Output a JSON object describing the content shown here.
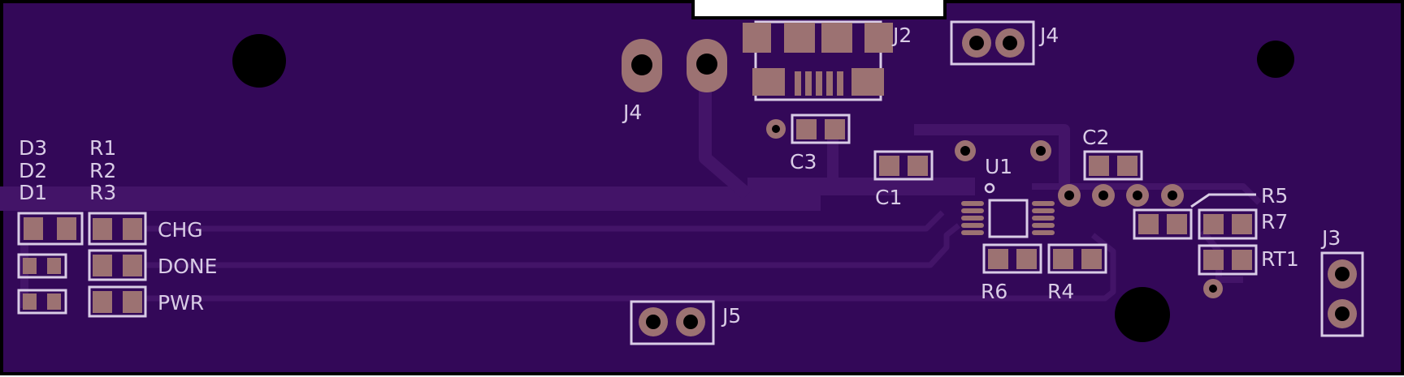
{
  "colors": {
    "board": "#330858",
    "edge": "#000000",
    "trace": "#431468",
    "trace_edge": "#4b1a72",
    "copper": "#9c7272",
    "silk": "#d9cce6",
    "hole": "#000000",
    "cutout": "#ffffff"
  },
  "labels": {
    "d3": "D3",
    "d2": "D2",
    "d1": "D1",
    "r1": "R1",
    "r2": "R2",
    "r3": "R3",
    "chg": "CHG",
    "done": "DONE",
    "pwr": "PWR",
    "j4_left": "J4",
    "j4_right": "J4",
    "j2": "J2",
    "c3": "C3",
    "c1": "C1",
    "c2": "C2",
    "u1": "U1",
    "r5": "R5",
    "r7": "R7",
    "rt1": "RT1",
    "r6": "R6",
    "r4": "R4",
    "j3": "J3",
    "j5": "J5"
  }
}
